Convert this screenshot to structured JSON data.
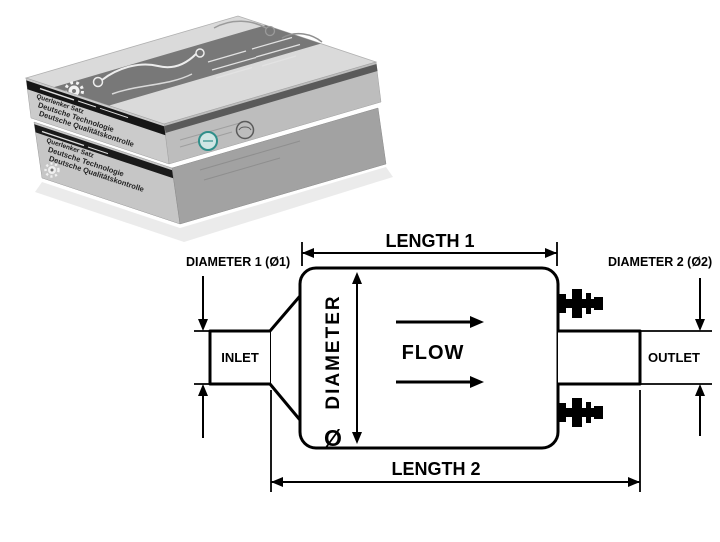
{
  "product_box": {
    "label_title": "Querlenker Satz",
    "label_line1": "Deutsche Technologie",
    "label_line2": "Deutsche Qualitätskontrolle"
  },
  "diagram": {
    "length1_label": "LENGTH 1",
    "length2_label": "LENGTH 2",
    "diameter1_label": "DIAMETER 1 (Ø1)",
    "diameter2_label": "DIAMETER 2 (Ø2)",
    "inlet_label": "INLET",
    "outlet_label": "OUTLET",
    "flow_label": "FLOW",
    "diameter_label": "DIAMETER",
    "diameter_symbol": "Ø"
  },
  "colors": {
    "background": "#ffffff",
    "diagram_line": "#000000",
    "box_top_face": "#dadada",
    "box_print_band": "#787878",
    "box_black_band": "#161616",
    "stamp_teal": "#2f8f8a"
  }
}
